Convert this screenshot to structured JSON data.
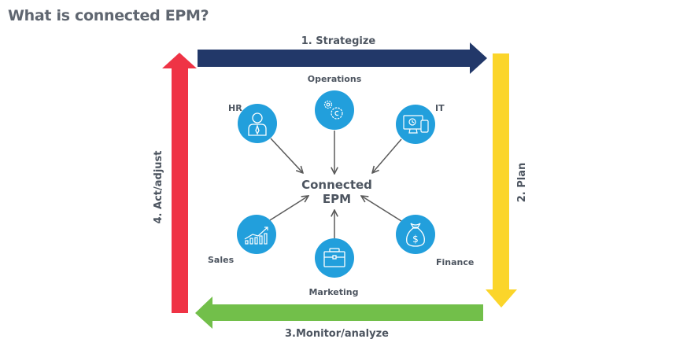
{
  "title": "What is connected EPM?",
  "cycle": {
    "step1": "1. Strategize",
    "step2": "2. Plan",
    "step3": "3.Monitor/analyze",
    "step4": "4. Act/adjust"
  },
  "center": {
    "line1": "Connected",
    "line2": "EPM"
  },
  "nodes": [
    {
      "label": "HR",
      "icon": "person-icon"
    },
    {
      "label": "Operations",
      "icon": "gears-icon"
    },
    {
      "label": "IT",
      "icon": "devices-icon"
    },
    {
      "label": "Sales",
      "icon": "growth-chart-icon"
    },
    {
      "label": "Marketing",
      "icon": "briefcase-icon"
    },
    {
      "label": "Finance",
      "icon": "money-bag-icon"
    }
  ],
  "colors": {
    "strategize": "#223869",
    "plan": "#fbd52a",
    "monitor": "#72bf4a",
    "act": "#ef3345",
    "node": "#229fdc",
    "connector": "#5a5a5a",
    "text": "#4d5560"
  }
}
